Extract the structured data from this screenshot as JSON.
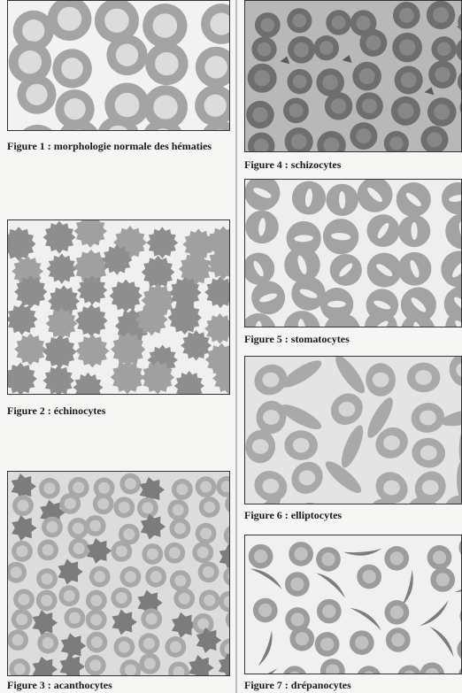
{
  "figures": [
    {
      "id": "fig1",
      "caption": "Figure 1 : morphologie normale des hématies",
      "cell_type": "normal"
    },
    {
      "id": "fig2",
      "caption": "Figure 2 : échinocytes",
      "cell_type": "echinocyte"
    },
    {
      "id": "fig3",
      "caption": "Figure 3 : acanthocytes",
      "cell_type": "acanthocyte"
    },
    {
      "id": "fig4",
      "caption": "Figure 4 : schizocytes",
      "cell_type": "schizocyte"
    },
    {
      "id": "fig5",
      "caption": "Figure 5 : stomatocytes",
      "cell_type": "stomatocyte"
    },
    {
      "id": "fig6",
      "caption": "Figure 6 : elliptocytes",
      "cell_type": "elliptocyte"
    },
    {
      "id": "fig7",
      "caption": "Figure 7 : drépanocytes",
      "cell_type": "drepanocyte"
    }
  ],
  "colors": {
    "cell_light": "#9a9a9a",
    "cell_center": "#e2e2e2",
    "cell_dark": "#6f6f6f",
    "bg_light": "#ececec",
    "bg_mid": "#bfbfbf"
  }
}
